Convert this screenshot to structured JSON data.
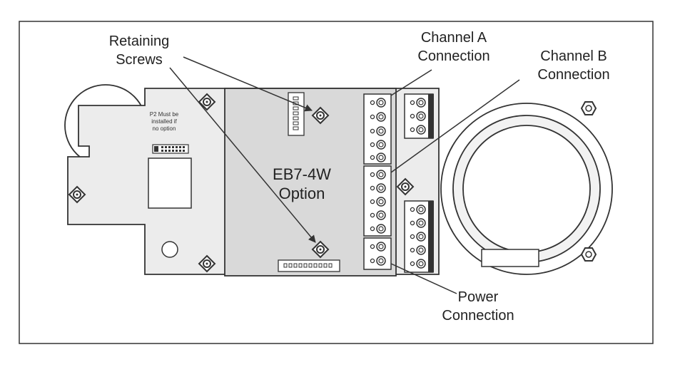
{
  "figure": {
    "board_text": [
      "P2 Must be",
      "installed if",
      "no option"
    ],
    "option_label": [
      "EB7-4W",
      "Option"
    ]
  },
  "callouts": {
    "retaining_screws": [
      "Retaining",
      "Screws"
    ],
    "channel_a": [
      "Channel A",
      "Connection"
    ],
    "channel_b": [
      "Channel B",
      "Connection"
    ],
    "power": [
      "Power",
      "Connection"
    ]
  },
  "colors": {
    "frame": "#333333",
    "board_fill": "#ececec",
    "option_fill": "#d9d9d9",
    "line": "#333333"
  }
}
